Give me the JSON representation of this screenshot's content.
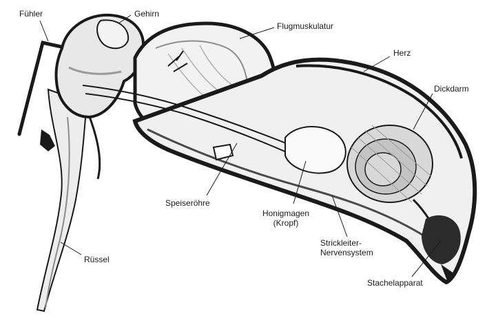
{
  "labels": {
    "fuehler": "Fühler",
    "gehirn": "Gehirn",
    "flugmuskulatur": "Flugmuskulatur",
    "herz": "Herz",
    "dickdarm": "Dickdarm",
    "speiseroehre": "Speiseröhre",
    "honigmagen_line1": "Honigmagen",
    "honigmagen_line2": "(Kropf)",
    "strickleiter_line1": "Strickleiter-",
    "strickleiter_line2": "Nervensystem",
    "ruessel": "Rüssel",
    "stachelapparat": "Stachelapparat"
  },
  "colors": {
    "ink": "#1a1a1a",
    "tissue_light": "#e6e6e6",
    "tissue_mid": "#c4c4c4",
    "tissue_dark": "#2b2b2b",
    "paper": "#ffffff"
  }
}
